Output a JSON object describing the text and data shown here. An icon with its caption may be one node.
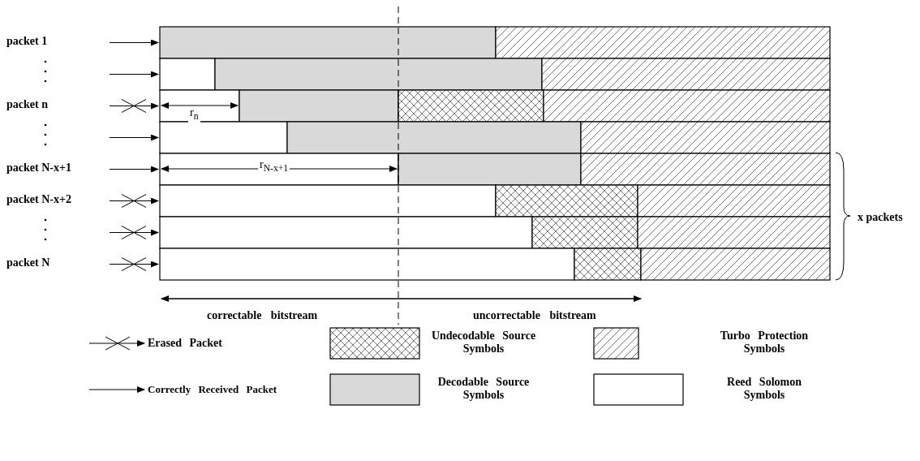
{
  "diagram": {
    "labels": [
      "packet 1",
      "packet n",
      "packet N-x+1",
      "packet N-x+2",
      "packet N",
      "r$_{n}$",
      "r$_{N-x+1}$",
      "correctable bitstream",
      "uncorrectable bitstream",
      "x packets"
    ],
    "legend": [
      {
        "text": "Erased Packet"
      },
      {
        "text": "Undecodable Source Symbols"
      },
      {
        "text": "Turbo Protection Symbols"
      },
      {
        "text": "Correctly Received Packet"
      },
      {
        "text": "Decodable Source Symbols",
        "color": "#d9d9d9"
      },
      {
        "text": "Reed Solomon Symbols",
        "color": "#ffffff"
      }
    ]
  }
}
